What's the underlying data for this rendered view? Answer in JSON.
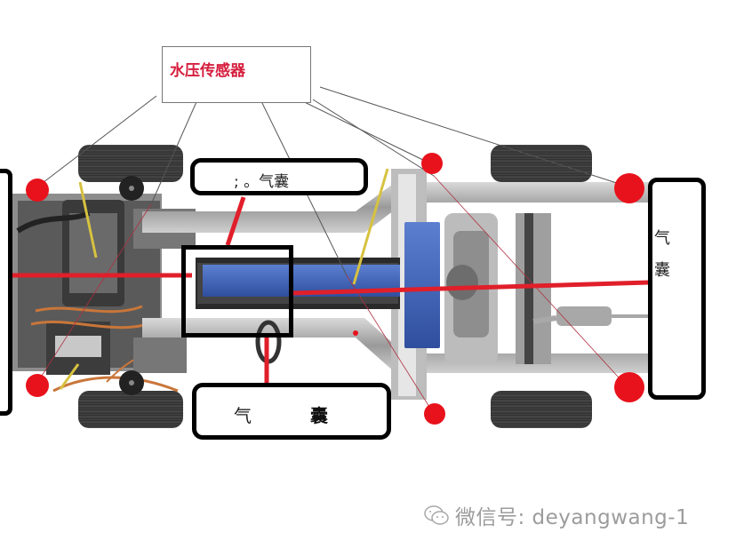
{
  "diagram": {
    "title": "水压传感器",
    "subject": "Vehicle chassis top-down view with water pressure sensors and airbags",
    "sensor_label": "水压传感器",
    "sensor_count": 7,
    "airbags": {
      "front_top": "; 。气囊",
      "bottom_left_char": "气",
      "bottom_right_char": "囊",
      "rear_right": "气 囊"
    },
    "colors": {
      "sensor_dot": "#e8121c",
      "sensor_text": "#d61d3c",
      "airbag_outline": "#000000",
      "centerline": "#e01f2a",
      "battery_block": "#3f63b8",
      "leader_lines": "#555555",
      "yellow_rod": "#d7c240"
    }
  },
  "watermark": {
    "icon": "wechat-icon",
    "text": "微信号: deyangwang-1"
  }
}
